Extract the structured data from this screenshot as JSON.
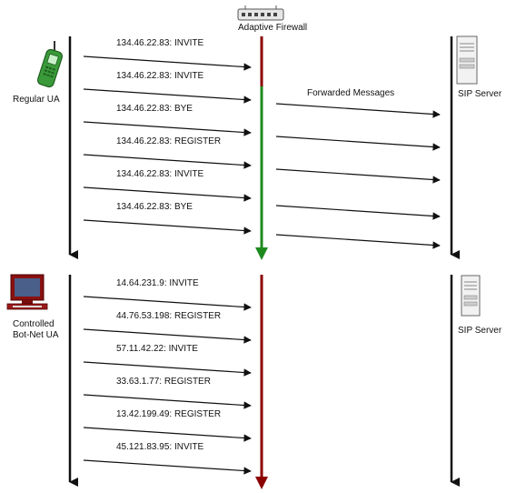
{
  "firewall": {
    "label": "Adaptive Firewall",
    "icon": "firewall-router-icon"
  },
  "top": {
    "client": {
      "label": "Regular UA",
      "icon": "mobile-phone-icon"
    },
    "server": {
      "label": "SIP Server",
      "icon": "server-tower-icon"
    },
    "forwarded_label": "Forwarded Messages",
    "messages": [
      "134.46.22.83: INVITE",
      "134.46.22.83: INVITE",
      "134.46.22.83: BYE",
      "134.46.22.83: REGISTER",
      "134.46.22.83: INVITE",
      "134.46.22.83: BYE"
    ],
    "firewall_states": [
      "blocked",
      "allowed"
    ]
  },
  "bottom": {
    "client": {
      "label_line1": "Controlled",
      "label_line2": "Bot-Net UA",
      "icon": "desktop-computer-icon"
    },
    "server": {
      "label": "SIP Server",
      "icon": "server-tower-icon"
    },
    "messages": [
      "14.64.231.9: INVITE",
      "44.76.53.198: REGISTER",
      "57.11.42.22: INVITE",
      "33.63.1.77: REGISTER",
      "13.42.199.49: REGISTER",
      "45.121.83.95: INVITE"
    ],
    "firewall_states": [
      "blocked"
    ]
  },
  "colors": {
    "lifeline": "#111111",
    "blocked": "#8b0000",
    "allowed": "#1e8a1e",
    "arrow": "#111111"
  }
}
